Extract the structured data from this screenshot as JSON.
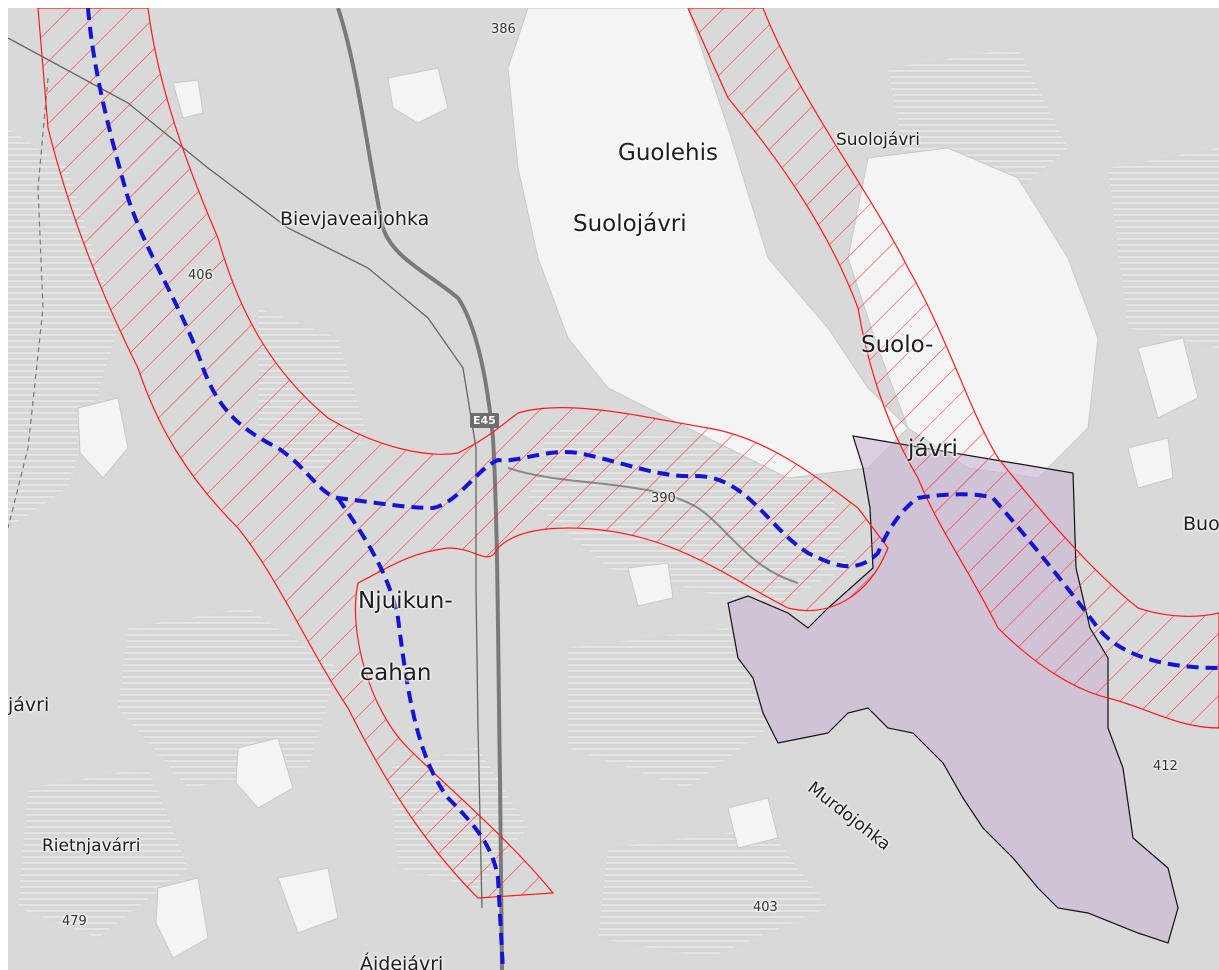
{
  "map": {
    "place_labels": {
      "guolehis": "Guolehis",
      "suolojavri_main": "Suolojávri",
      "suolojavri_small": "Suolojávri",
      "bievjaveaijohka": "Bievjaveaijohka",
      "suolo": "Suolo-",
      "javri_part": "jávri",
      "njuikun": "Njuikun-",
      "eahan": "eahan",
      "javri_left": "jávri",
      "rietnjavarri": "Rietnjavárri",
      "murdojohka": "Murdojohka",
      "aidejavri": "Áidejávri",
      "bud": "Buo"
    },
    "elevations": {
      "e386": "386",
      "e406": "406",
      "e390": "390",
      "e412": "412",
      "e403": "403",
      "e479": "479"
    },
    "road_shield": "E45",
    "colors": {
      "background": "#dcdcdc",
      "lake": "#f4f4f4",
      "route": "#1414d2",
      "corridor": "#ff0000",
      "protected_area_fill": "#c8b4d2",
      "road": "#7a7a7a"
    }
  }
}
